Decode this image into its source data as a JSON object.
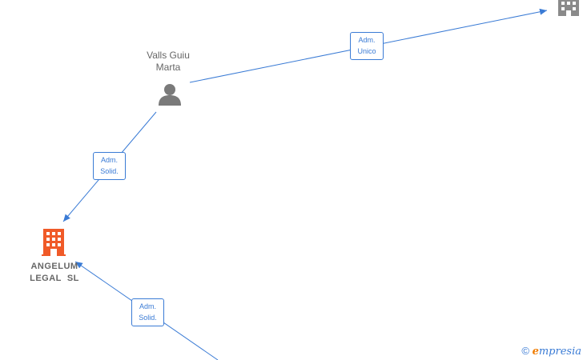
{
  "nodes": {
    "person": {
      "name_line1": "Valls Guiu",
      "name_line2": "Marta",
      "icon": "person-icon"
    },
    "company_main": {
      "name_line1": "ANGELUM",
      "name_line2": "LEGAL  SL",
      "icon": "building-icon",
      "color": "#f05a28"
    },
    "company_top": {
      "icon": "building-icon",
      "color": "#888888"
    }
  },
  "edges": [
    {
      "from": "person",
      "to": "company_top",
      "label_line1": "Adm.",
      "label_line2": "Unico"
    },
    {
      "from": "person",
      "to": "company_main",
      "label_line1": "Adm.",
      "label_line2": "Solid."
    },
    {
      "from": "offscreen-bottom",
      "to": "company_main",
      "label_line1": "Adm.",
      "label_line2": "Solid."
    }
  ],
  "colors": {
    "edge": "#3a7bd5",
    "person": "#7a7a7a",
    "company_main": "#f05a28",
    "company_other": "#8a8a8a"
  },
  "footer": {
    "copyright_symbol": "©",
    "brand_first": "e",
    "brand_rest": "mpresia"
  }
}
